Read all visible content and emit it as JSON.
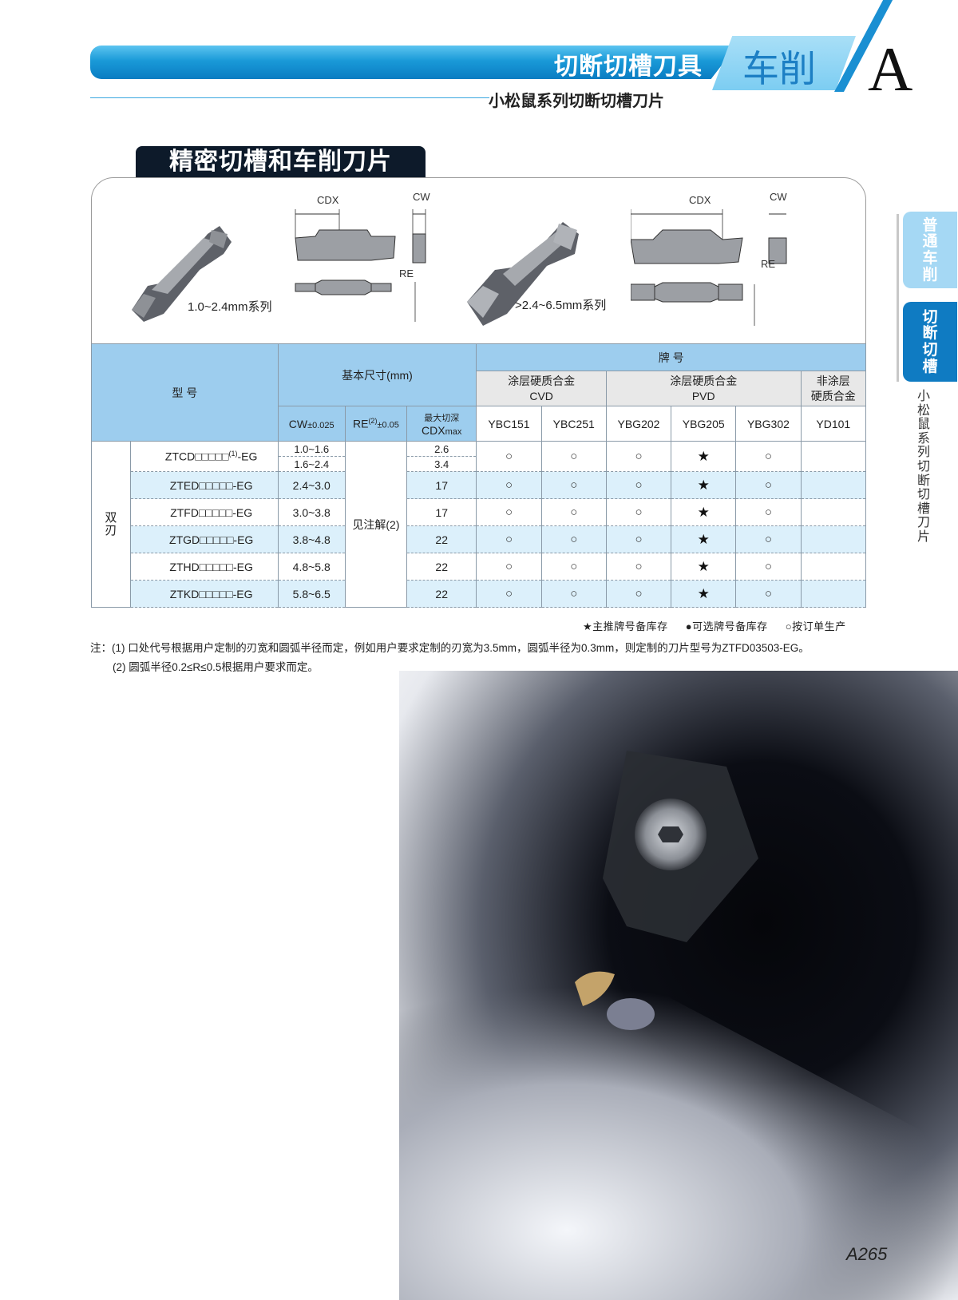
{
  "header": {
    "category": "切断切槽刀具",
    "section_tab": "车削",
    "chapter_letter": "A",
    "subtitle": "小松鼠系列切断切槽刀片"
  },
  "side_nav": {
    "tabs": [
      {
        "label": "普通车削",
        "chars": [
          "普",
          "通",
          "车",
          "削"
        ],
        "active": false
      },
      {
        "label": "切断切槽",
        "chars": [
          "切",
          "断",
          "切",
          "槽"
        ],
        "active": true
      }
    ],
    "vertical_caption": "小松鼠系列切断切槽刀片"
  },
  "section_title": "精密切槽和车削刀片",
  "diagrams": {
    "series_small": "1.0~2.4mm系列",
    "series_large": ">2.4~6.5mm系列",
    "dim_cdx": "CDX",
    "dim_cw": "CW",
    "dim_re": "RE"
  },
  "table": {
    "header_model": "型 号",
    "header_basic": "基本尺寸(mm)",
    "header_grade": "牌 号",
    "group_cvd": {
      "line1": "涂层硬质合金",
      "line2": "CVD"
    },
    "group_pvd": {
      "line1": "涂层硬质合金",
      "line2": "PVD"
    },
    "group_uncoated": {
      "line1": "非涂层",
      "line2": "硬质合金"
    },
    "col_cw": "CW",
    "col_cw_tol": "±0.025",
    "col_re": "RE",
    "col_re_sup": "(2)",
    "col_re_tol": "±0.05",
    "col_cdx_top": "最大切深",
    "col_cdx": "CDX",
    "col_cdx_sub": "max",
    "grades": [
      "YBC151",
      "YBC251",
      "YBG202",
      "YBG205",
      "YBG302",
      "YD101"
    ],
    "row_group": "双刃",
    "re_note": "见注解(2)",
    "rows": [
      {
        "model": "ZTCD□□□□□",
        "model_sup": "(1)",
        "model_suffix": "-EG",
        "cw": [
          "1.0~1.6",
          "1.6~2.4"
        ],
        "cdx": [
          "2.6",
          "3.4"
        ],
        "marks": [
          "○",
          "○",
          "○",
          "★",
          "○",
          ""
        ]
      },
      {
        "model": "ZTED□□□□□",
        "model_sup": "",
        "model_suffix": "-EG",
        "cw": [
          "2.4~3.0"
        ],
        "cdx": [
          "17"
        ],
        "marks": [
          "○",
          "○",
          "○",
          "★",
          "○",
          ""
        ]
      },
      {
        "model": "ZTFD□□□□□",
        "model_sup": "",
        "model_suffix": "-EG",
        "cw": [
          "3.0~3.8"
        ],
        "cdx": [
          "17"
        ],
        "marks": [
          "○",
          "○",
          "○",
          "★",
          "○",
          ""
        ]
      },
      {
        "model": "ZTGD□□□□□",
        "model_sup": "",
        "model_suffix": "-EG",
        "cw": [
          "3.8~4.8"
        ],
        "cdx": [
          "22"
        ],
        "marks": [
          "○",
          "○",
          "○",
          "★",
          "○",
          ""
        ]
      },
      {
        "model": "ZTHD□□□□□",
        "model_sup": "",
        "model_suffix": "-EG",
        "cw": [
          "4.8~5.8"
        ],
        "cdx": [
          "22"
        ],
        "marks": [
          "○",
          "○",
          "○",
          "★",
          "○",
          ""
        ]
      },
      {
        "model": "ZTKD□□□□□",
        "model_sup": "",
        "model_suffix": "-EG",
        "cw": [
          "5.8~6.5"
        ],
        "cdx": [
          "22"
        ],
        "marks": [
          "○",
          "○",
          "○",
          "★",
          "○",
          ""
        ]
      }
    ]
  },
  "legend": {
    "star": "★主推牌号备库存",
    "dot": "●可选牌号备库存",
    "circle": "○按订单生产"
  },
  "notes": {
    "line1": "注：(1) 口处代号根据用户定制的刃宽和圆弧半径而定，例如用户要求定制的刃宽为3.5mm，圆弧半径为0.3mm，则定制的刀片型号为ZTFD03503-EG。",
    "line2": "(2) 圆弧半径0.2≤R≤0.5根据用户要求而定。"
  },
  "page_number": "A265",
  "colors": {
    "brand_blue": "#0f7bc2",
    "light_blue": "#9dcdee",
    "row_alt": "#dcf0fb"
  }
}
